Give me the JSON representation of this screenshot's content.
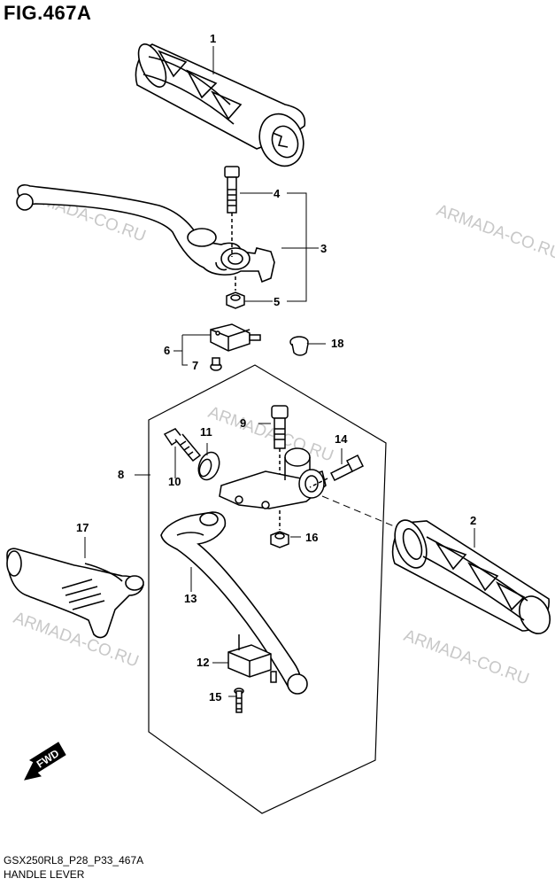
{
  "figure": {
    "title": "FIG.467A",
    "drawing_code": "GSX250RL8_P28_P33_467A",
    "section_name": "HANDLE LEVER"
  },
  "watermark": "ARMADA-CO.RU",
  "fwd_label": "FWD",
  "callouts": [
    "1",
    "2",
    "3",
    "4",
    "5",
    "6",
    "7",
    "8",
    "9",
    "10",
    "11",
    "12",
    "13",
    "14",
    "15",
    "16",
    "17",
    "18"
  ],
  "colors": {
    "line": "#000000",
    "watermark": "#c8c8c8",
    "fill": "#ffffff"
  }
}
